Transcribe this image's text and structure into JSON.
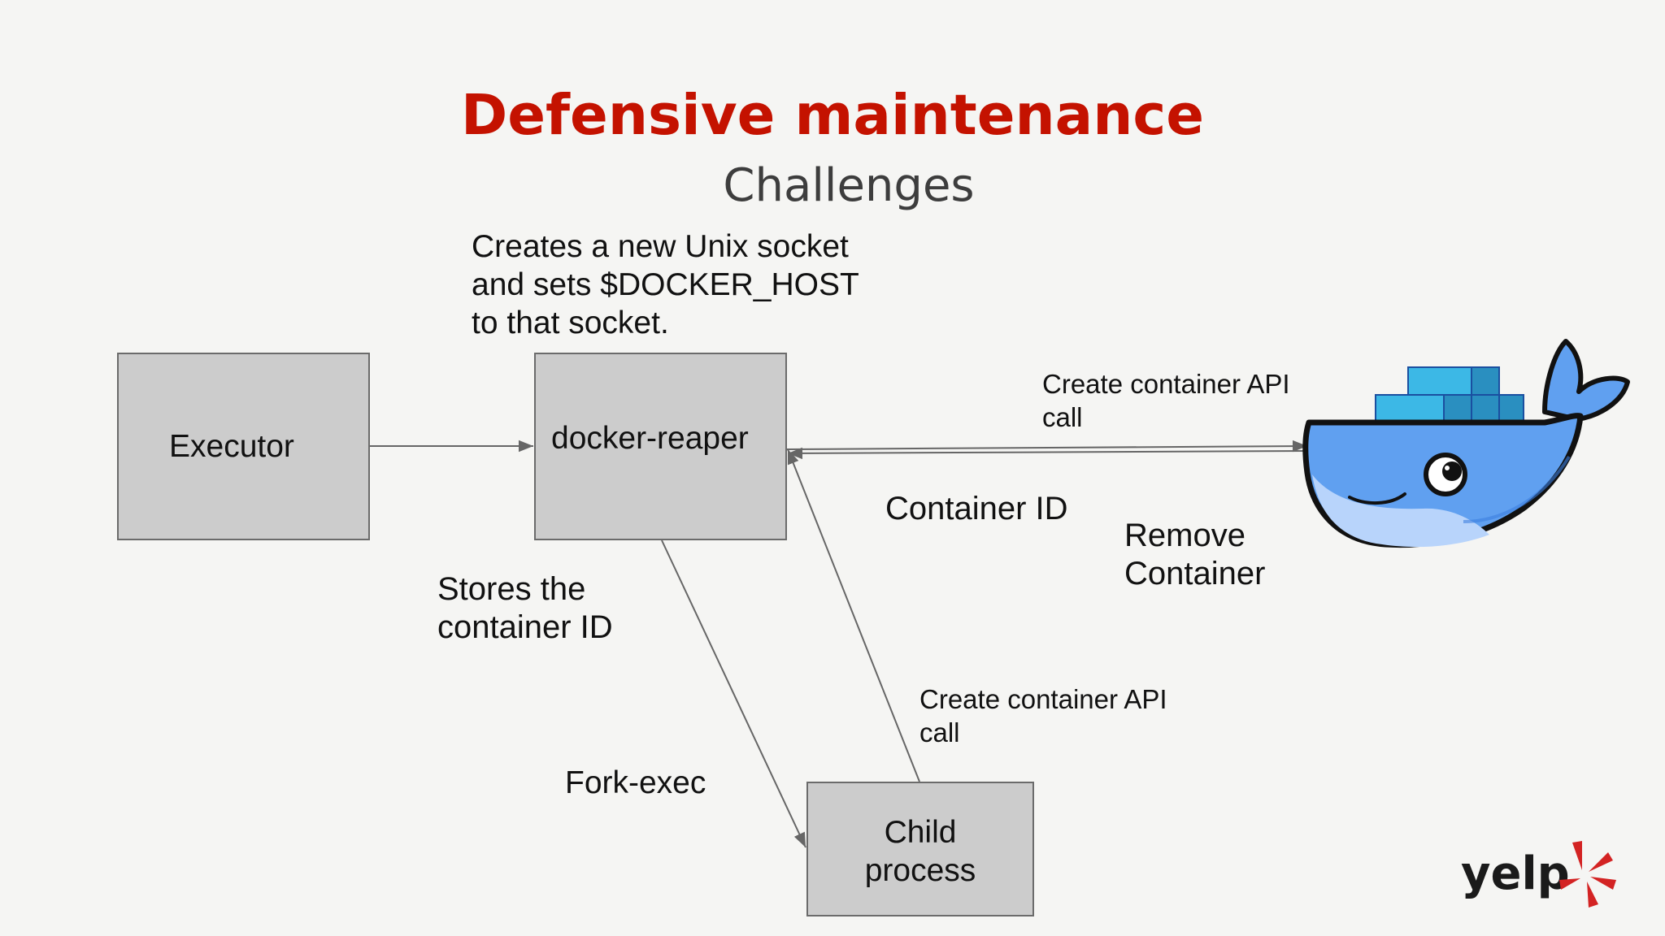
{
  "slide": {
    "title": "Defensive maintenance",
    "subtitle": "Challenges"
  },
  "nodes": {
    "executor": "Executor",
    "reaper": "docker-reaper",
    "child": "Child\nprocess"
  },
  "notes": {
    "socket": "Creates a new Unix socket\nand sets $DOCKER_HOST\nto that socket.",
    "create_api_top": "Create container API\ncall",
    "container_id": "Container ID",
    "remove_container": "Remove\nContainer",
    "stores_id": "Stores the\ncontainer ID",
    "create_api_bottom": "Create container API\ncall",
    "fork_exec": "Fork-exec"
  },
  "branding": {
    "logo_text": "yelp"
  },
  "colors": {
    "title": "#c41200",
    "box_fill": "#cccccc",
    "line": "#666666",
    "whale": "#60a0f0",
    "whale_dark": "#1a4fa0",
    "container": "#3cb8e6",
    "yelp_red": "#d32323"
  }
}
